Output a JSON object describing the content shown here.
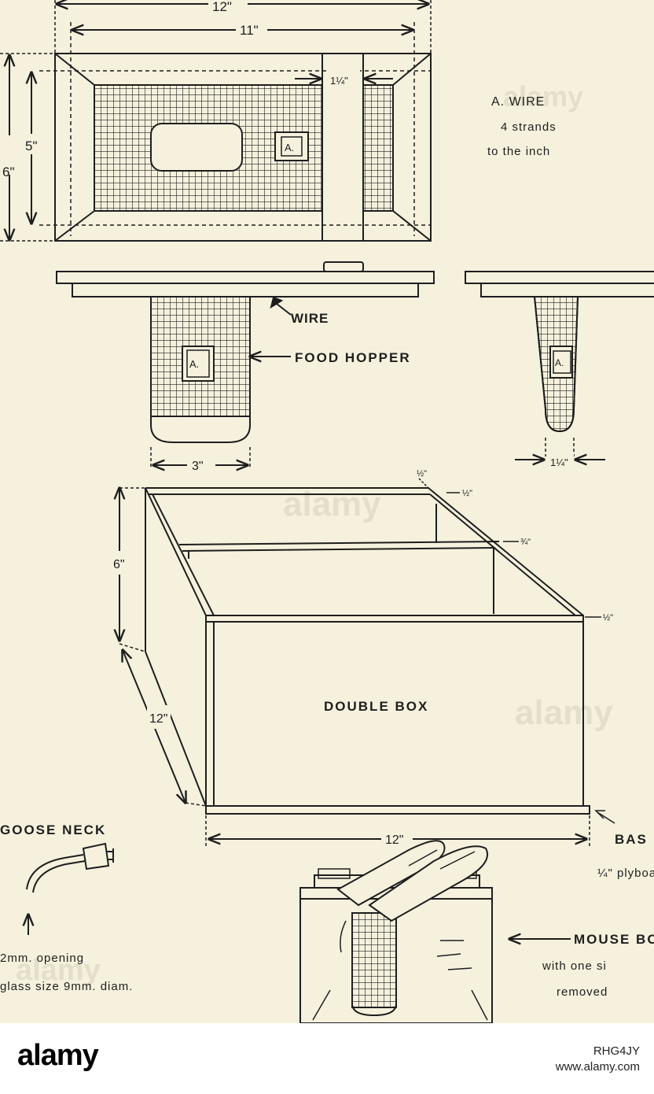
{
  "diagram": {
    "dim_top_outer": "12\"",
    "dim_top_inner": "11\"",
    "dim_left_outer": "6\"",
    "dim_left_inner": "5\"",
    "dim_divider": "1¼\"",
    "panel_tag": "A.",
    "wire_note_line1": "A.  WIRE",
    "wire_note_line2": "4  strands",
    "wire_note_line3": "to the inch",
    "wire_label": "WIRE",
    "food_hopper_label": "FOOD HOPPER",
    "hopper_width": "3\"",
    "hopper_side_width": "1¼\"",
    "box_height": "6\"",
    "box_depth": "12\"",
    "box_width": "12\"",
    "thickness_half_top": "½\"",
    "thickness_half_side": "½\"",
    "thickness_three_quarter": "¾\"",
    "thickness_half_front": "½\"",
    "double_box_label": "DOUBLE BOX",
    "goose_neck_label": "GOOSE NECK",
    "base_label": "BAS",
    "base_note": "¼\" plyboa",
    "opening_note": "2mm. opening",
    "glass_note": "glass size 9mm. diam.",
    "mouse_box_label": "MOUSE BO",
    "mouse_box_note1": "with one si",
    "mouse_box_note2": "removed"
  },
  "watermark": {
    "text": "alamy"
  },
  "footer": {
    "logo": "alamy",
    "image_id": "RHG4JY",
    "site": "www.alamy.com"
  }
}
